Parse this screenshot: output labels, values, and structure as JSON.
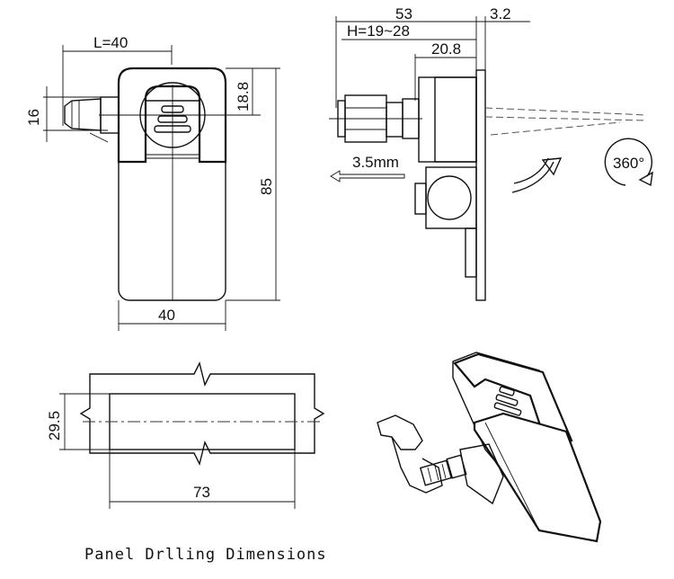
{
  "dimensions": {
    "length": "L=40",
    "height_16": "16",
    "height_18_8": "18.8",
    "height_85": "85",
    "width_40": "40",
    "depth_53": "53",
    "thickness_3_2": "3.2",
    "grip_range": "H=19~28",
    "offset_20_8": "20.8",
    "stroke_3_5": "3.5mm",
    "rotation": "360°",
    "cutout_height": "29.5",
    "cutout_width": "73"
  },
  "caption": "Panel Drlling Dimensions"
}
